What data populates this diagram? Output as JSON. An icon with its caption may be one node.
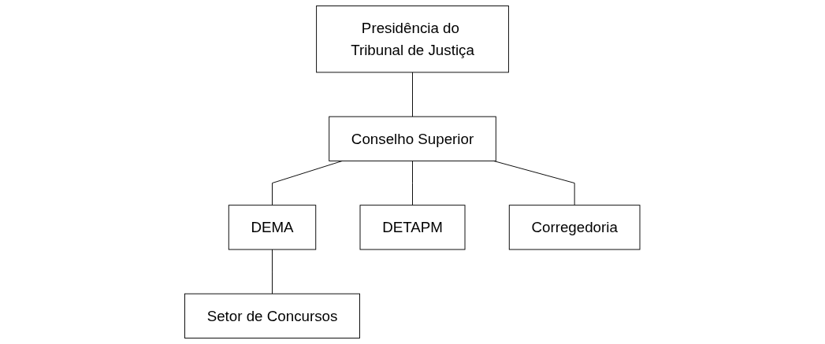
{
  "diagram": {
    "nodes": [
      {
        "text": [
          "Presidência do Tribunal de Justiça"
        ]
      },
      {
        "text": [
          "Conselho Superior"
        ]
      },
      {
        "text": [
          "DEMA"
        ]
      },
      {
        "text": [
          "DETAPM"
        ]
      },
      {
        "text": [
          "Corregedoria"
        ]
      },
      {
        "text": [
          "Setor de Concursos"
        ]
      }
    ],
    "edges": [
      {
        "from": 0,
        "to": 1,
        "arrow": "none"
      },
      {
        "from": 1,
        "to": 2,
        "arrow": "none"
      },
      {
        "from": 1,
        "to": 3,
        "arrow": "none"
      },
      {
        "from": 1,
        "to": 4,
        "arrow": "none"
      },
      {
        "from": 2,
        "to": 5,
        "arrow": "none"
      }
    ]
  }
}
